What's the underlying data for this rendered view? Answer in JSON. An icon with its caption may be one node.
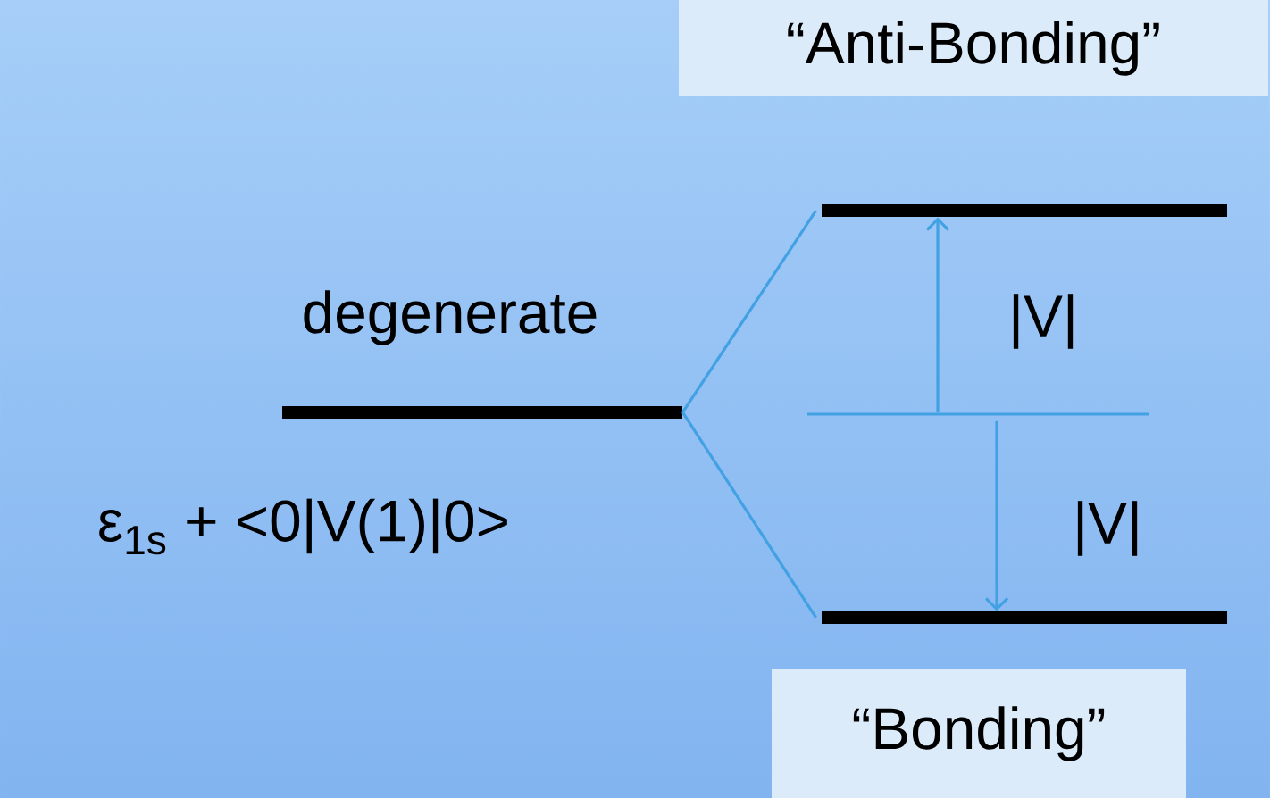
{
  "diagram": {
    "nodes": [
      {
        "text": [
          "“Anti-Bonding”"
        ]
      },
      {
        "text": [],
        "shape": "bar"
      },
      {
        "text": [],
        "shape": "bar",
        "beside": [
          "degenerate",
          "ε$_{1s}$ + <0|V(1)|0>"
        ]
      },
      {
        "text": [],
        "shape": "line"
      },
      {
        "text": [],
        "shape": "bar"
      },
      {
        "text": [
          "“Bonding”"
        ]
      }
    ],
    "edges": [
      {
        "from": 2,
        "to": 1,
        "arrow": "none"
      },
      {
        "from": 2,
        "to": 4,
        "arrow": "none"
      },
      {
        "from": 3,
        "to": 1,
        "arrow": "to"
      },
      {
        "from": 3,
        "to": 4,
        "arrow": "to"
      }
    ],
    "labels": [
      "|V|",
      "|V|"
    ]
  }
}
